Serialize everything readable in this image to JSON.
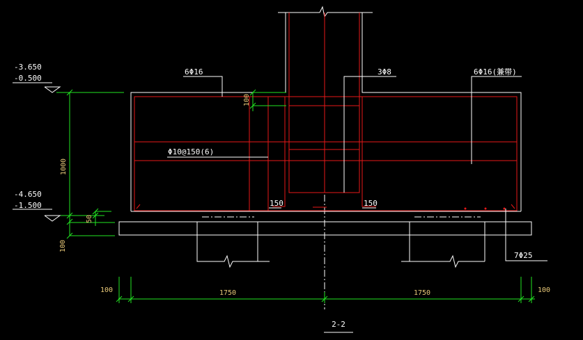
{
  "section_title": "2-2",
  "elevations": {
    "top_upper": "-3.650",
    "top_lower": "-0.500",
    "bottom_upper": "-4.650",
    "bottom_lower": "-1.500"
  },
  "rebar_labels": {
    "top_bars": "6Φ16",
    "stirrup_bars": "3Φ8",
    "side_bars": "6Φ16(",
    "side_bars_suffix": "兼",
    "side_bars_tail": "带)",
    "stirrups_spacing": "Φ10@150(6)",
    "bottom_bars": "7Φ25"
  },
  "dimensions": {
    "depth": "1000",
    "cover_top": "100",
    "cover_bottom": "50",
    "cushion": "100",
    "anchor_left": "150",
    "anchor_right": "150",
    "edge_left": "100",
    "span_left": "1750",
    "span_right": "1750",
    "edge_right": "100"
  }
}
